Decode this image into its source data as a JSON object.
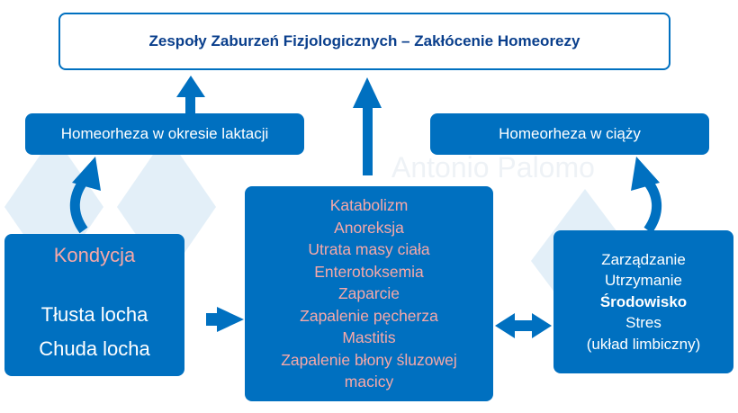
{
  "title": "Zespoły Zaburzeń Fizjologicznych – Zakłócenie Homeorezy",
  "lactation": "Homeorheza w okresie laktacji",
  "pregnancy": "Homeorheza w ciąży",
  "watermark": "Antonio Palomo",
  "condition": {
    "heading": "Kondycja",
    "items": [
      "Tłusta locha",
      "Chuda locha"
    ]
  },
  "disorders": [
    "Katabolizm",
    "Anoreksja",
    "Utrata masy ciała",
    "Enterotoksemia",
    "Zaparcie",
    "Zapalenie pęcherza",
    "Mastitis",
    "Zapalenie błony śluzowej",
    "macicy"
  ],
  "factors": [
    "Zarządzanie",
    "Utrzymanie",
    "Środowisko",
    "Stres",
    "(układ limbiczny)"
  ],
  "colors": {
    "blue": "#0070C0",
    "pink": "#F6A8A8",
    "title": "#0a3f8c"
  }
}
